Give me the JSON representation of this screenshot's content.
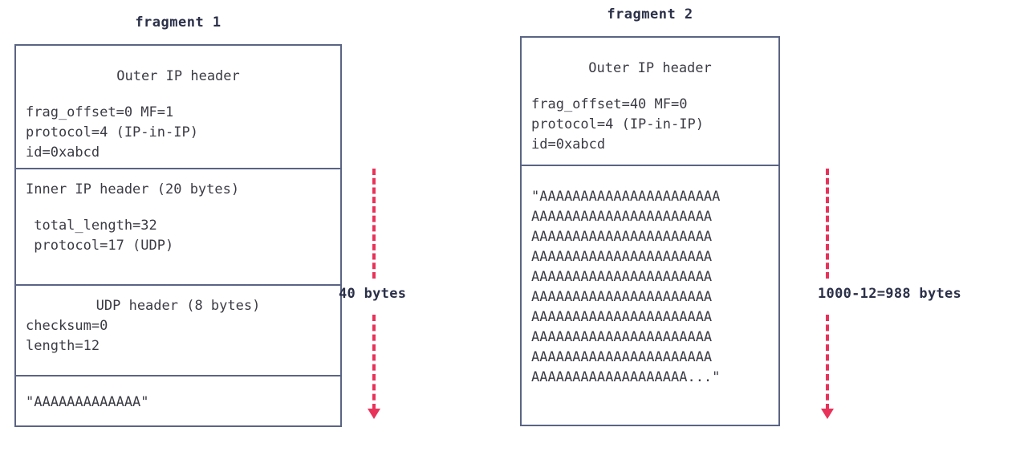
{
  "diagram": {
    "fragments": [
      {
        "title": "fragment 1",
        "sections": [
          {
            "name": "outer-ip-header",
            "heading": "Outer IP header",
            "lines": [
              "frag_offset=0 MF=1",
              "protocol=4 (IP-in-IP)",
              "id=0xabcd"
            ]
          },
          {
            "name": "inner-ip-header",
            "heading": "Inner IP header (20 bytes)",
            "lines": [
              " total_length=32",
              " protocol=17 (UDP)"
            ]
          },
          {
            "name": "udp-header",
            "heading": "UDP header (8 bytes)",
            "lines": [
              "checksum=0",
              "length=12"
            ]
          },
          {
            "name": "payload",
            "heading": "",
            "lines": [
              "\"AAAAAAAAAAAAA\""
            ]
          }
        ]
      },
      {
        "title": "fragment 2",
        "sections": [
          {
            "name": "outer-ip-header",
            "heading": "Outer IP header",
            "lines": [
              "frag_offset=40 MF=0",
              "protocol=4 (IP-in-IP)",
              "id=0xabcd"
            ]
          },
          {
            "name": "payload",
            "heading": "",
            "lines": [
              "\"AAAAAAAAAAAAAAAAAAAAAA",
              "AAAAAAAAAAAAAAAAAAAAAA",
              "AAAAAAAAAAAAAAAAAAAAAA",
              "AAAAAAAAAAAAAAAAAAAAAA",
              "AAAAAAAAAAAAAAAAAAAAAA",
              "AAAAAAAAAAAAAAAAAAAAAA",
              "AAAAAAAAAAAAAAAAAAAAAA",
              "AAAAAAAAAAAAAAAAAAAAAA",
              "AAAAAAAAAAAAAAAAAAAAAA",
              "AAAAAAAAAAAAAAAAAAA...\""
            ]
          }
        ]
      }
    ],
    "annotations": [
      {
        "name": "fragment-1-size",
        "label": "40 bytes"
      },
      {
        "name": "fragment-2-size",
        "label": "1000-12=988 bytes"
      }
    ],
    "colors": {
      "box_border": "#5a6484",
      "text": "#3b3b44",
      "title": "#2b3049",
      "arrow": "#e8325a"
    }
  }
}
